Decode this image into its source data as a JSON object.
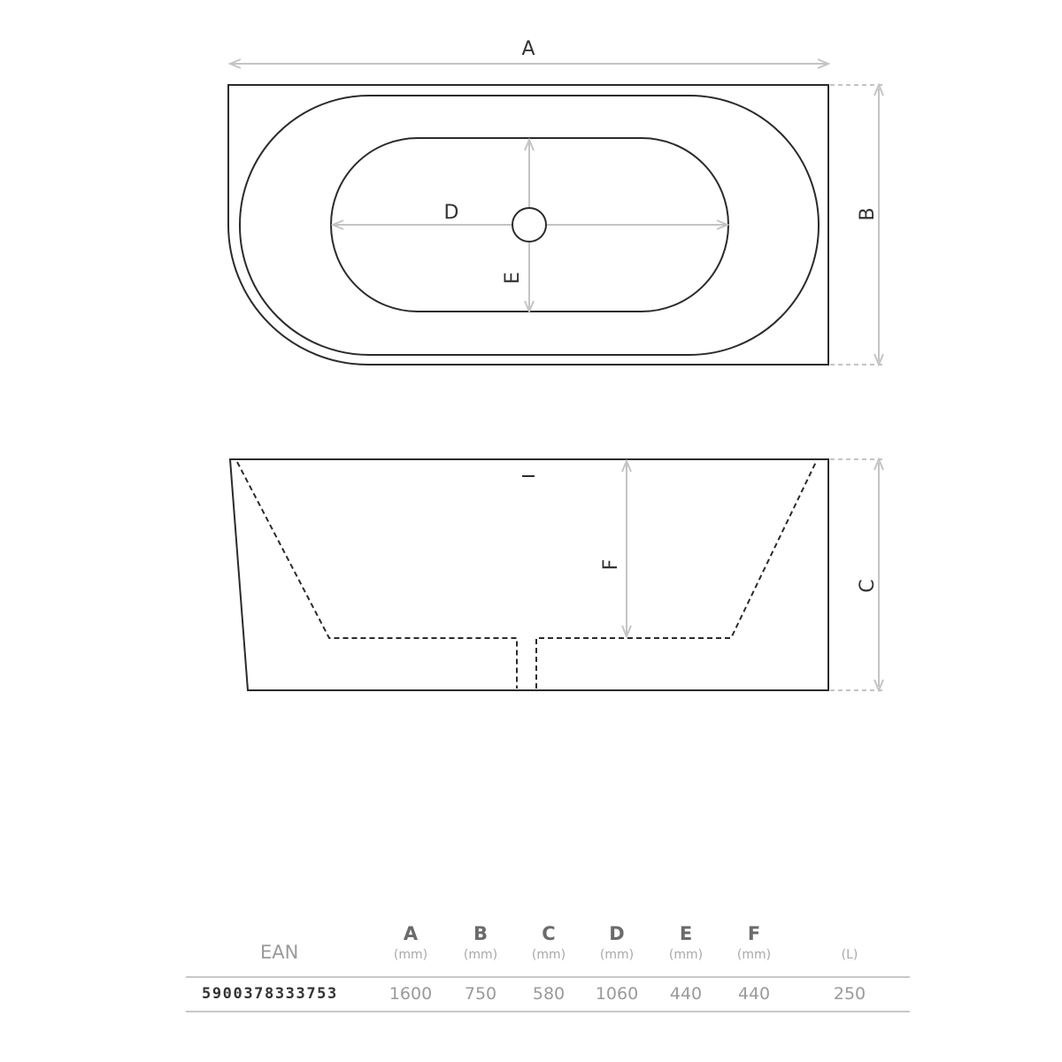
{
  "drawing": {
    "top_view": {
      "label_A": "A",
      "label_B": "B",
      "label_D": "D",
      "label_E": "E"
    },
    "side_view": {
      "label_C": "C",
      "label_F": "F"
    }
  },
  "spec_table": {
    "ean_header": "EAN",
    "columns": [
      {
        "letter": "A",
        "unit": "(mm)"
      },
      {
        "letter": "B",
        "unit": "(mm)"
      },
      {
        "letter": "C",
        "unit": "(mm)"
      },
      {
        "letter": "D",
        "unit": "(mm)"
      },
      {
        "letter": "E",
        "unit": "(mm)"
      },
      {
        "letter": "F",
        "unit": "(mm)"
      },
      {
        "letter": "",
        "unit": "(L)"
      }
    ],
    "row": {
      "ean": "5900378333753",
      "values": [
        "1600",
        "750",
        "580",
        "1060",
        "440",
        "440",
        "250"
      ]
    }
  },
  "colors": {
    "outline": "#2b2b2b",
    "dimension": "#c4c4c4",
    "header_text": "#6b6b6b",
    "value_text": "#9a9a9a"
  }
}
